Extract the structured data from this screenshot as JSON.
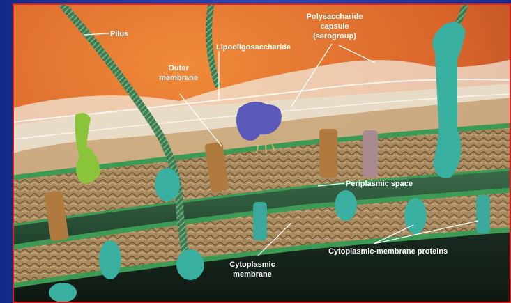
{
  "labels": {
    "pilus": "Pilus",
    "capsule_line1": "Polysaccharide",
    "capsule_line2": "capsule",
    "capsule_line3": "(serogroup)",
    "lipooligosaccharide": "Lipooligosaccharide",
    "outer_membrane_line1": "Outer",
    "outer_membrane_line2": "membrane",
    "periplasmic_space": "Periplasmic space",
    "cytoplasmic_membrane_line1": "Cytoplasmic",
    "cytoplasmic_membrane_line2": "membrane",
    "cytoplasmic_membrane_proteins": "Cytoplasmic-membrane proteins"
  },
  "colors": {
    "slide_background": "#1b2e8f",
    "slide_border": "#e0201a",
    "extracellular": "#d8642a",
    "membrane_tan": "#b89a6c",
    "membrane_green": "#3c9a55",
    "periplasm": "#2b5a3c",
    "cytoplasm": "#18261c",
    "capsule_white": "#f2efe4",
    "protein_teal": "#3ab0a0",
    "lipo_purple": "#5a58b8",
    "pilus_green": "#3d7a52"
  }
}
